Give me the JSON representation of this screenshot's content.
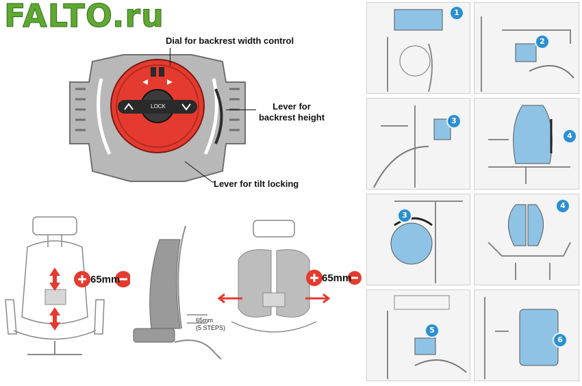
{
  "logo": {
    "text": "FALTO.ru"
  },
  "mechanism": {
    "label_dial": "Dial for backrest width control",
    "label_height": "Lever for\nbackrest height",
    "label_tilt": "Lever for tilt locking",
    "lock_text": "LOCK"
  },
  "chair_front": {
    "range": "65mm"
  },
  "chair_side": {
    "range": "65mm",
    "steps": "(5 STEPS)"
  },
  "chair_width": {
    "range": "65mm"
  },
  "steps": [
    "1",
    "2",
    "3",
    "4",
    "3",
    "4",
    "5",
    "6"
  ],
  "colors": {
    "accent_red": "#e53a2f",
    "step_blue": "#2c8fcf",
    "part_blue": "#8fc3e6"
  }
}
